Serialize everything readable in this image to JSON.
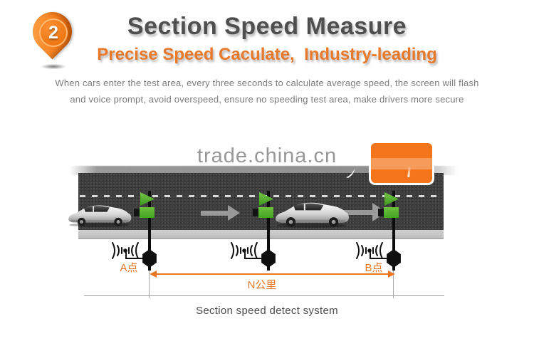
{
  "header": {
    "step_number": "2",
    "title": "Section Speed Measure",
    "subtitle": "Precise Speed Caculate,  Industry-leading",
    "description": [
      "When cars enter the test area, every three seconds to calculate average speed, the screen will flash",
      "and voice prompt, avoid overspeed, ensure no speeding test area, make drivers more secure"
    ]
  },
  "watermark": {
    "text": "trade.china.cn"
  },
  "diagram": {
    "point_a_label": "A点",
    "point_b_label": "B点",
    "distance_label": "N公里",
    "caption": "Section speed detect system"
  },
  "colors": {
    "accent_orange": "#ee7220",
    "subtitle_orange": "#e8792b",
    "sensor_green": "#55b22c",
    "road_dark": "#3e3e3e",
    "title_gray": "#4f4f4f"
  },
  "icons": {
    "step_badge": "location-pin-icon",
    "checkpoint_flag": "sensor-flag-icon",
    "checkpoint_node": "detector-node-icon",
    "radar": "signal-waves-icon",
    "direction": "direction-arrow-icon"
  }
}
